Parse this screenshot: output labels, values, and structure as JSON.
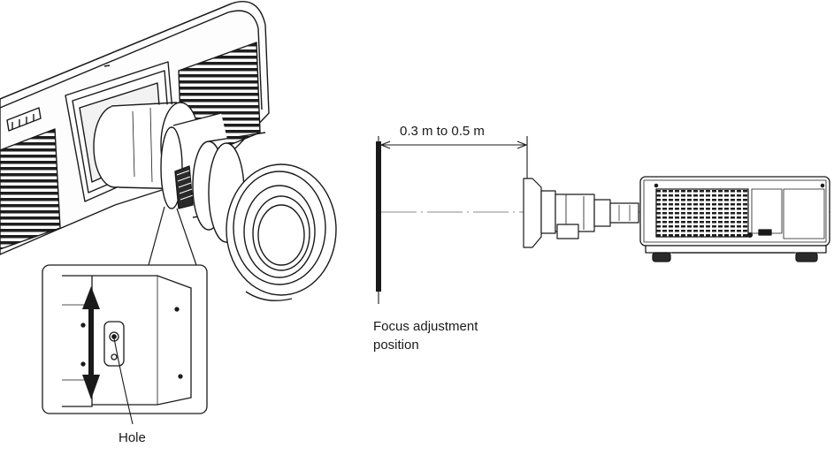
{
  "labels": {
    "distance": "0.3 m to 0.5 m",
    "focus_line1": "Focus adjustment",
    "focus_line2": "position",
    "hole": "Hole"
  }
}
